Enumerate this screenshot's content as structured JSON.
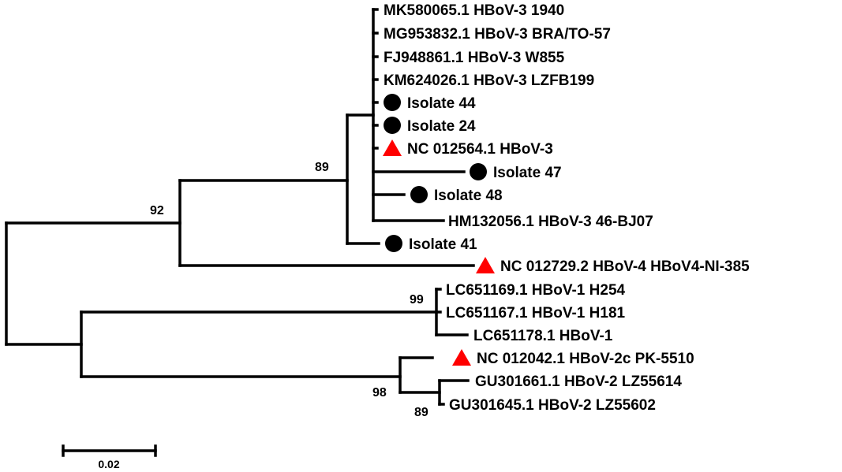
{
  "tree": {
    "leaves": [
      {
        "label": "MK580065.1 HBoV-3 1940",
        "marker": "none"
      },
      {
        "label": "MG953832.1 HBoV-3 BRA/TO-57",
        "marker": "none"
      },
      {
        "label": "FJ948861.1 HBoV-3 W855",
        "marker": "none"
      },
      {
        "label": "KM624026.1 HBoV-3 LZFB199",
        "marker": "none"
      },
      {
        "label": "Isolate 44",
        "marker": "circle"
      },
      {
        "label": "Isolate 24",
        "marker": "circle"
      },
      {
        "label": "NC 012564.1 HBoV-3",
        "marker": "triangle"
      },
      {
        "label": "Isolate 47",
        "marker": "circle"
      },
      {
        "label": "Isolate 48",
        "marker": "circle"
      },
      {
        "label": "HM132056.1 HBoV-3 46-BJ07",
        "marker": "none"
      },
      {
        "label": "Isolate 41",
        "marker": "circle"
      },
      {
        "label": "NC 012729.2 HBoV-4 HBoV4-NI-385",
        "marker": "triangle"
      },
      {
        "label": "LC651169.1 HBoV-1 H254",
        "marker": "none"
      },
      {
        "label": "LC651167.1 HBoV-1 H181",
        "marker": "none"
      },
      {
        "label": "LC651178.1 HBoV-1",
        "marker": "none"
      },
      {
        "label": "NC 012042.1 HBoV-2c PK-5510",
        "marker": "triangle"
      },
      {
        "label": "GU301661.1 HBoV-2 LZ55614",
        "marker": "none"
      },
      {
        "label": "GU301645.1 HBoV-2 LZ55602",
        "marker": "none"
      }
    ],
    "support_values": [
      "89",
      "92",
      "99",
      "98",
      "89"
    ],
    "scale_bar": "0.02",
    "colors": {
      "branch": "#000000",
      "circle_marker": "#000000",
      "triangle_marker": "#ff0000"
    }
  }
}
